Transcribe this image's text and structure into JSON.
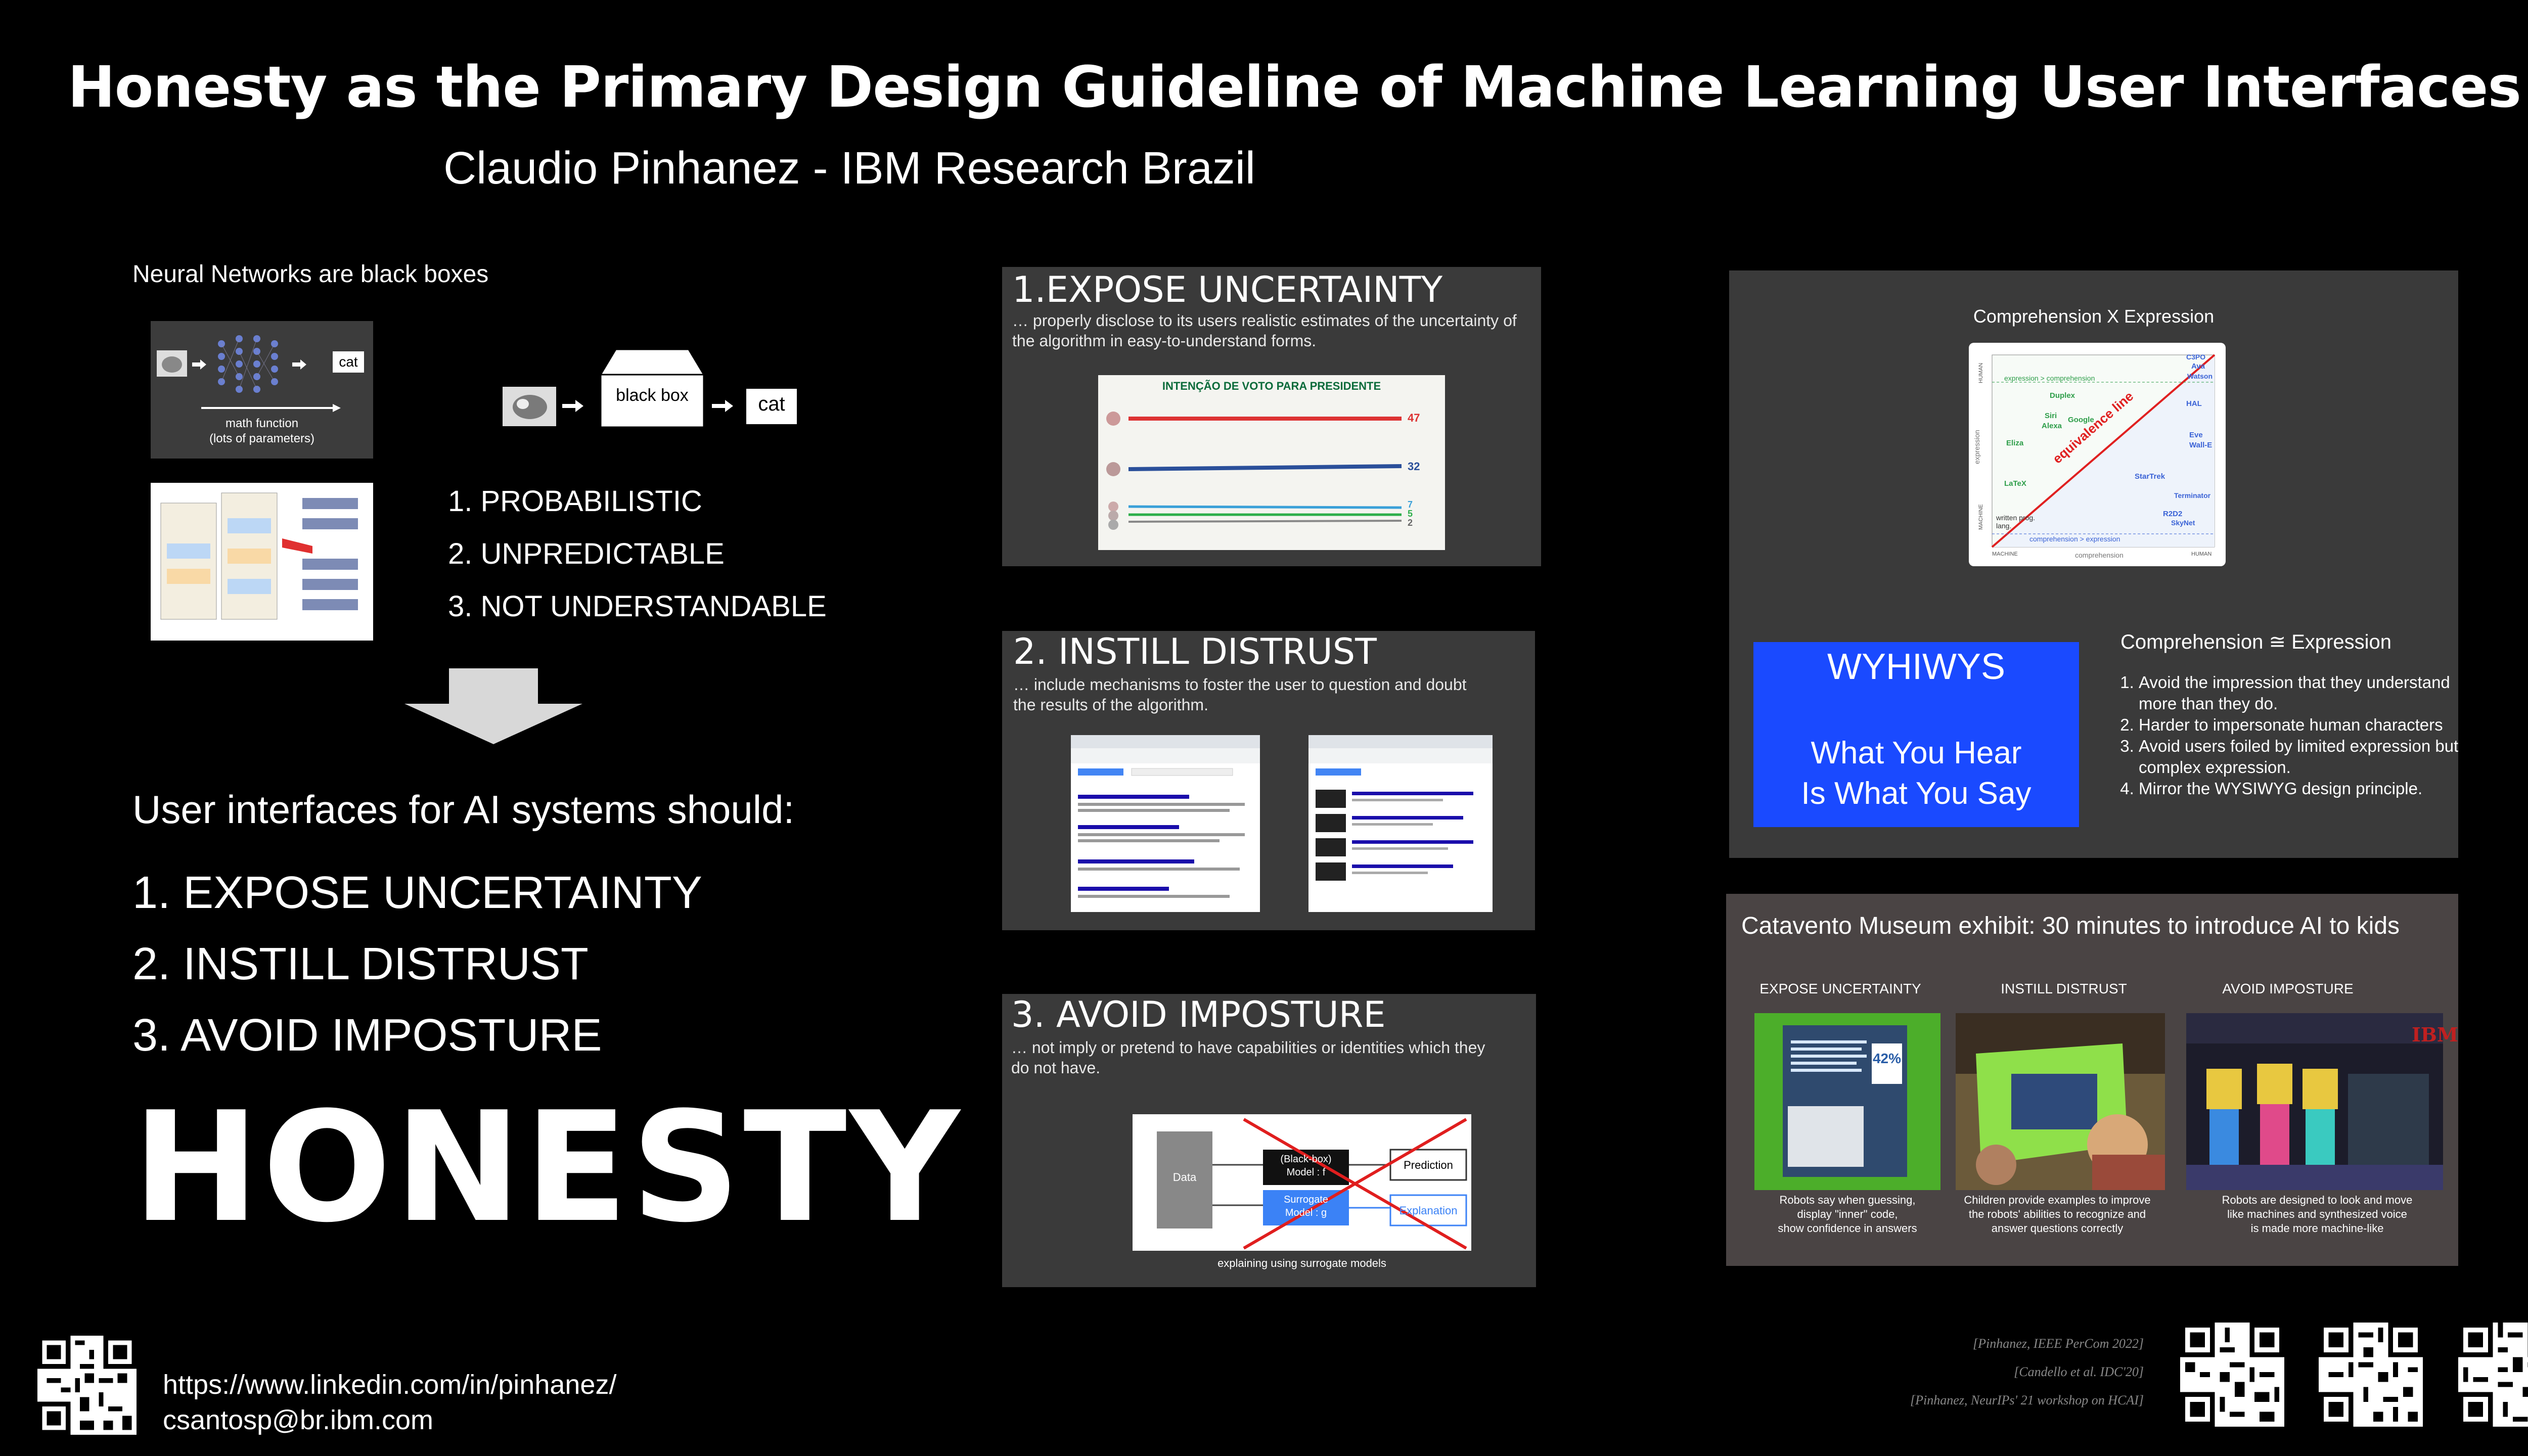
{
  "header": {
    "title": "Honesty as the Primary Design Guideline of Machine Learning User Interfaces",
    "author": "Claudio Pinhanez - IBM Research Brazil"
  },
  "left": {
    "nn_heading": "Neural Networks are black boxes",
    "nn_box_out": "cat",
    "nn_box_caption": "math function\n(lots of parameters)",
    "black_box_label": "black box",
    "black_box_out": "cat",
    "properties": [
      "1. PROBABILISTIC",
      "2. UNPREDICTABLE",
      "3. NOT UNDERSTANDABLE"
    ],
    "should_heading": "User interfaces for AI systems should:",
    "guidelines": [
      "1. EXPOSE UNCERTAINTY",
      "2. INSTILL DISTRUST",
      "3. AVOID IMPOSTURE"
    ],
    "honesty": "HONESTY"
  },
  "panels": {
    "p1": {
      "heading": "1.EXPOSE UNCERTAINTY",
      "desc": "… properly disclose to its users realistic estimates of the uncertainty  of the algorithm in easy-to-understand forms.",
      "chart_title": "INTENÇÃO DE VOTO PARA PRESIDENTE",
      "chart_values": [
        "47",
        "32",
        "7",
        "5",
        "2"
      ]
    },
    "p2": {
      "heading": "2. INSTILL DISTRUST",
      "desc": "… include mechanisms to foster the user to question and doubt the results of the algorithm."
    },
    "p3": {
      "heading": "3. AVOID IMPOSTURE",
      "desc": "… not imply or pretend to have capabilities or identities which  they do not have.",
      "diagram": {
        "data": "Data",
        "model": "(Black-box)\nModel : f",
        "surrogate": "Surrogate\nModel : g",
        "prediction": "Prediction",
        "explanation": "Explanation"
      },
      "caption": "explaining using surrogate models"
    }
  },
  "right": {
    "comp_title": "Comprehension X Expression",
    "plot_labels": {
      "equivalence": "equivalence line",
      "top": "expression > comprehension",
      "bottom": "comprehension > expression",
      "xlabel": "comprehension",
      "ylabel": "expression",
      "x_machine": "MACHINE",
      "x_human": "HUMAN",
      "y_machine": "MACHINE",
      "y_human": "HUMAN",
      "points_green": [
        "Duplex",
        "Siri",
        "Google",
        "Alexa",
        "Eliza",
        "LaTeX"
      ],
      "points_blue": [
        "HAL",
        "Ava",
        "Watson",
        "Eve",
        "Wall-E",
        "StarTrek",
        "Terminator",
        "R2D2",
        "SkyNet"
      ],
      "top_right": "C3PO",
      "bottom_left": "written prog. lang."
    },
    "wyhiwys": {
      "title": "WYHIWYS",
      "line1": "What You Hear",
      "line2": "Is What You Say"
    },
    "comp_eq": "Comprehension ≅ Expression",
    "comp_list": [
      "Avoid the impression that they understand more than they do.",
      "Harder to impersonate human characters",
      "Avoid users foiled by limited expression but complex expression.",
      "Mirror the WYSIWYG design principle."
    ],
    "museum": {
      "heading": "Catavento Museum exhibit: 30 minutes to introduce AI to kids",
      "cols": [
        {
          "label": "EXPOSE UNCERTAINTY",
          "caption": "Robots say when guessing,\ndisplay \"inner\" code,\nshow confidence in answers",
          "screen": "42%"
        },
        {
          "label": "INSTILL DISTRUST",
          "caption": "Children provide examples to improve\nthe robots' abilities to recognize and\nanswer questions correctly"
        },
        {
          "label": "AVOID IMPOSTURE",
          "caption": "Robots are designed to look and move\nlike machines and synthesized voice\nis made more machine-like",
          "brand": "IBM"
        }
      ]
    }
  },
  "footer": {
    "linkedin": "https://www.linkedin.com/in/pinhanez/",
    "email": "csantosp@br.ibm.com",
    "refs": [
      "[Pinhanez, IEEE PerCom 2022]",
      "[Candello et al. IDC'20]",
      "[Pinhanez, NeurIPs' 21 workshop on HCAI]"
    ]
  }
}
